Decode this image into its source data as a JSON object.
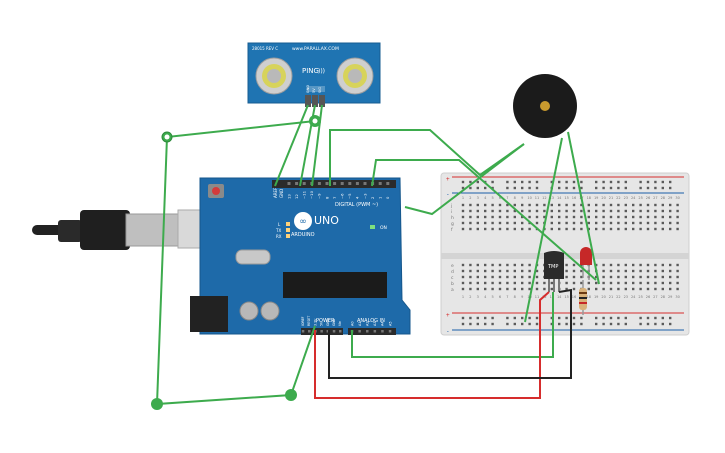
{
  "sensor": {
    "brand_text": "www.PARALLAX.COM",
    "model_text": "28015 REV C",
    "name": "PING",
    "name_suffix": ")))",
    "pin_labels": [
      "GND",
      "5V",
      "SIG"
    ]
  },
  "arduino": {
    "logo_text": "ARDUINO",
    "model": "UNO",
    "digital_header": "DIGITAL (PWM ~)",
    "power_label": "POWER",
    "analog_label": "ANALOG IN",
    "on_label": "ON",
    "led_labels": [
      "L",
      "TX",
      "RX"
    ],
    "tx_rx_label": "TX▸1\nRX◂0",
    "aref_label": "AREF",
    "gnd_label": "GND",
    "digital_pins": [
      "13",
      "12",
      "~11",
      "~10",
      "~9",
      "8",
      "7",
      "~6",
      "~5",
      "4",
      "~3",
      "2",
      "1",
      "0"
    ],
    "power_pins": [
      "IOREF",
      "RESET",
      "3.3V",
      "5V",
      "GND",
      "GND",
      "Vin"
    ],
    "analog_pins": [
      "A0",
      "A1",
      "A2",
      "A3",
      "A4",
      "A5"
    ]
  },
  "breadboard": {
    "column_numbers": [
      "1",
      "2",
      "3",
      "4",
      "5",
      "6",
      "7",
      "8",
      "9",
      "10",
      "11",
      "12",
      "13",
      "14",
      "15",
      "16",
      "17",
      "18",
      "19",
      "20",
      "21",
      "22",
      "23",
      "24",
      "25",
      "26",
      "27",
      "28",
      "29",
      "30"
    ],
    "row_letters_top": [
      "j",
      "i",
      "h",
      "g",
      "f"
    ],
    "row_letters_bottom": [
      "e",
      "d",
      "c",
      "b",
      "a"
    ],
    "rail_plus": "+",
    "rail_minus": "-"
  },
  "tmp_sensor": {
    "label": "TMP"
  },
  "colors": {
    "wire_green": "#3dab4d",
    "wire_red": "#d62d2d",
    "wire_black": "#222222",
    "board_blue": "#1e6aa9",
    "sensor_blue": "#1f74b2",
    "breadboard": "#e8e8e8",
    "led_red": "#c62828",
    "buzzer": "#1b1b1b"
  }
}
